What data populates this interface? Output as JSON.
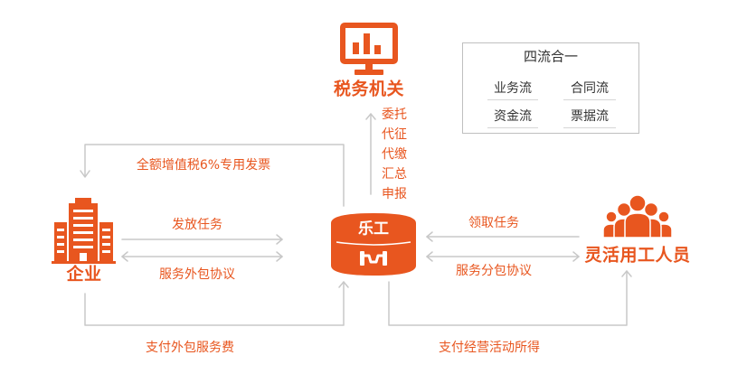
{
  "colors": {
    "accent": "#E8561F",
    "line": "#C8C8C8",
    "text": "#333333",
    "box_border": "#BFBFBF"
  },
  "tax_authority": {
    "label": "税务机关",
    "icon": "monitor-bar-chart-icon"
  },
  "tax_actions": [
    "委托",
    "代征",
    "代缴",
    "汇总",
    "申报"
  ],
  "enterprise": {
    "label": "企业",
    "icon": "office-building-icon"
  },
  "platform": {
    "label": "乐工",
    "icon": "platform-logo-icon"
  },
  "workers": {
    "label": "灵活用工人员",
    "icon": "people-group-icon"
  },
  "flows": {
    "invoice": "全额增值税6%专用发票",
    "issue_task": "发放任务",
    "outsourcing_agreement": "服务外包协议",
    "receive_task": "领取任务",
    "subcontract_agreement": "服务分包协议",
    "pay_outsourcing_fee": "支付外包服务费",
    "pay_operating_income": "支付经营活动所得"
  },
  "four_flows": {
    "title": "四流合一",
    "items": [
      "业务流",
      "合同流",
      "资金流",
      "票据流"
    ]
  }
}
